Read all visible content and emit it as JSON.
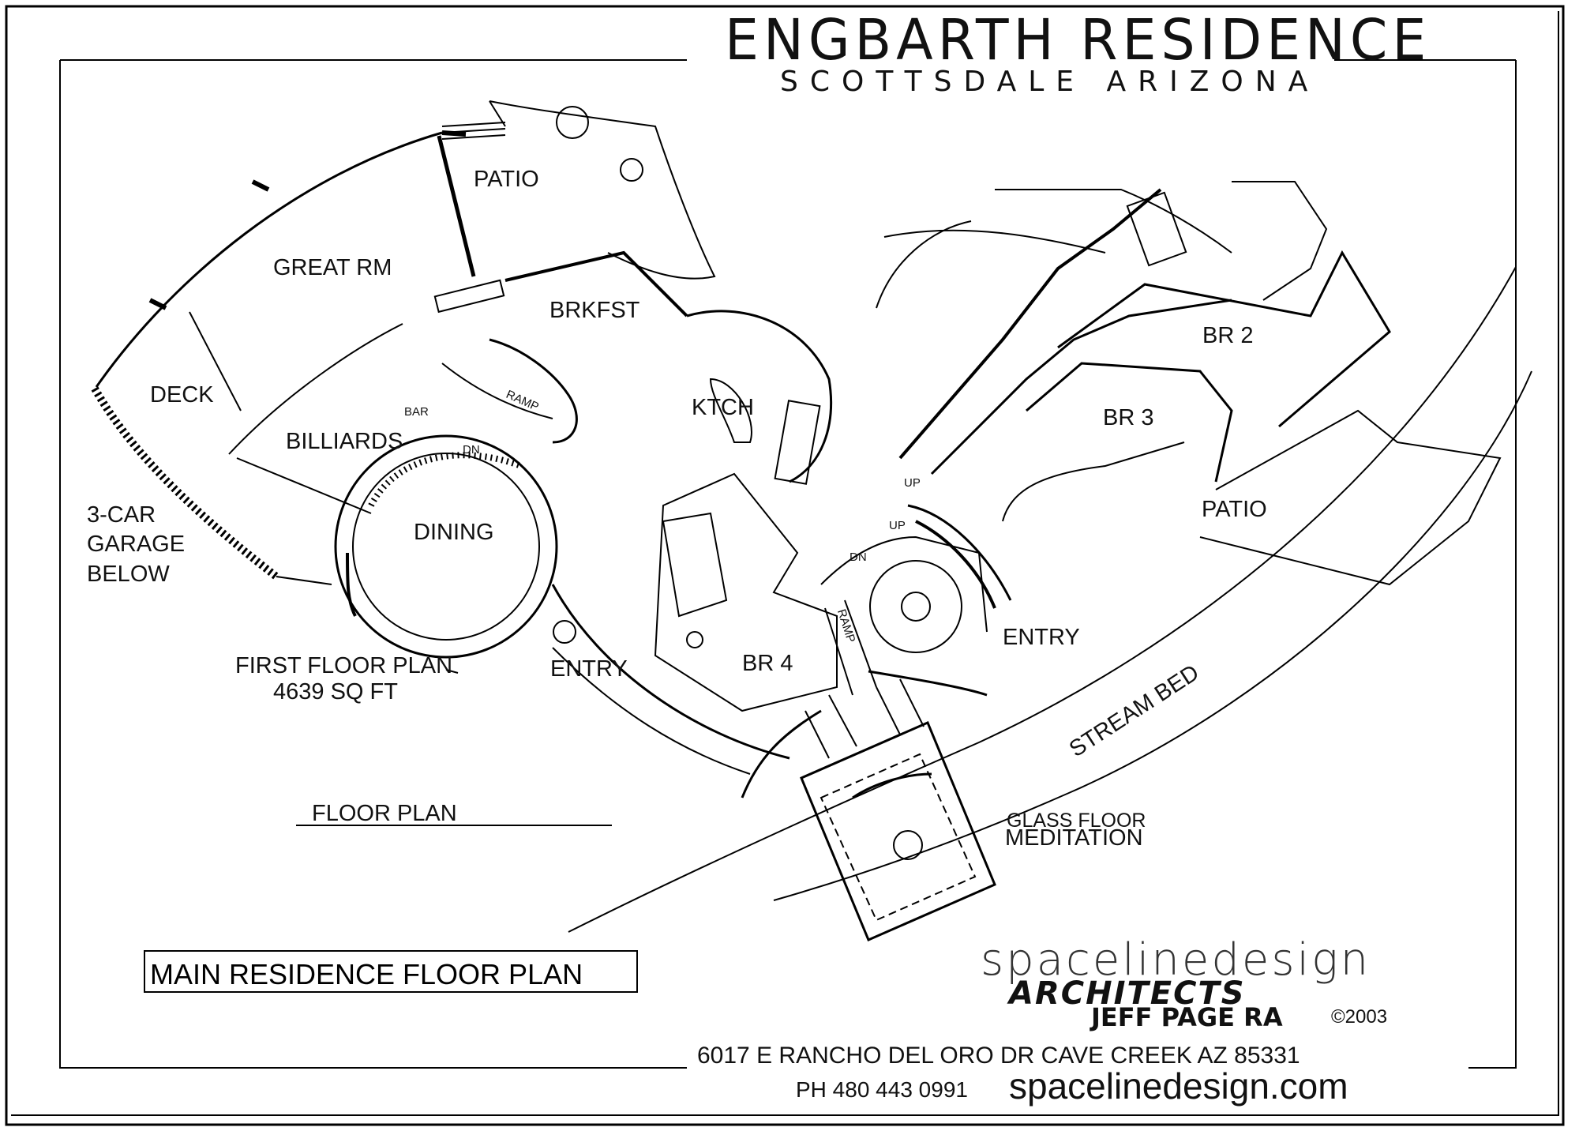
{
  "title": "ENGBARTH RESIDENCE",
  "subtitle": "SCOTTSDALE ARIZONA",
  "rooms": {
    "patio_top": "PATIO",
    "great_rm": "GREAT RM",
    "brkfst": "BRKFST",
    "deck": "DECK",
    "billiards": "BILLIARDS",
    "bar": "BAR",
    "ramp_left": "RAMP",
    "ktch": "KTCH",
    "dn_left": "DN",
    "dining": "DINING",
    "garage_1": "3-CAR",
    "garage_2": "GARAGE",
    "garage_3": "BELOW",
    "entry_left": "ENTRY",
    "br4": "BR 4",
    "ramp_mid": "RAMP",
    "dn_mid": "DN",
    "up_mid": "UP",
    "up_right": "UP",
    "entry_right": "ENTRY",
    "br2": "BR 2",
    "br3": "BR 3",
    "patio_right": "PATIO",
    "glass_floor": "GLASS FLOOR",
    "meditation": "MEDITATION",
    "stream_bed": "STREAM BED"
  },
  "first_floor": {
    "line1": "FIRST FLOOR PLAN",
    "line2": "4639 SQ FT"
  },
  "floor_plan_caption": "FLOOR PLAN",
  "plan_box_label": "MAIN RESIDENCE FLOOR PLAN",
  "firm": {
    "brand": "spacelinedesign",
    "architects": "ARCHITECTS",
    "person": "JEFF PAGE RA",
    "copyright": "©2003",
    "address": "6017 E RANCHO DEL ORO DR  CAVE CREEK AZ 85331",
    "phone": "PH 480 443 0991",
    "website": "spacelinedesign.com"
  }
}
